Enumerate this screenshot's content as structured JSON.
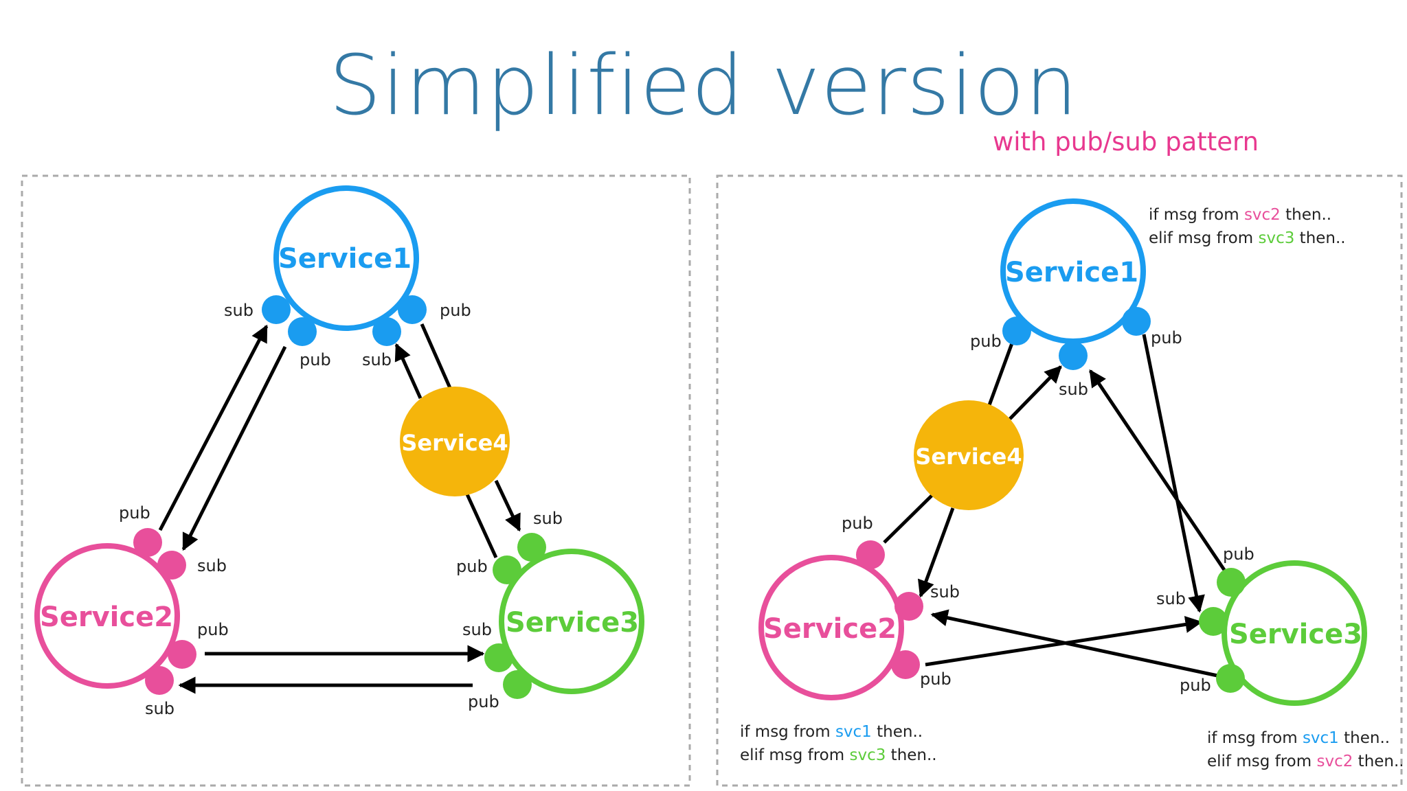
{
  "title": "Simplified version",
  "subtitle": "with pub/sub pattern",
  "colors": {
    "title": "#3479a5",
    "subtitle": "#e8388f",
    "service1": "#1a9cf0",
    "service2": "#e84f9b",
    "service3": "#5ccc3a",
    "service4": "#f5b50b",
    "arrow": "#000000",
    "border": "#aaaaaa"
  },
  "left": {
    "service1": "Service1",
    "service2": "Service2",
    "service3": "Service3",
    "service4": "Service4",
    "labels": {
      "s1_sub_left": "sub",
      "s1_pub_left": "pub",
      "s1_sub_right": "sub",
      "s1_pub_right": "pub",
      "s2_pub_top": "pub",
      "s2_sub_top": "sub",
      "s2_pub_right": "pub",
      "s2_sub_bottom": "sub",
      "s3_sub_top": "sub",
      "s3_pub_top": "pub",
      "s3_sub_left": "sub",
      "s3_pub_bottom": "pub"
    }
  },
  "right": {
    "service1": "Service1",
    "service2": "Service2",
    "service3": "Service3",
    "service4": "Service4",
    "labels": {
      "s1_pub_left": "pub",
      "s1_sub": "sub",
      "s1_pub_right": "pub",
      "s4_pub": "pub",
      "s2_sub": "sub",
      "s2_pub": "pub",
      "s3_pub_top": "pub",
      "s3_sub": "sub",
      "s3_pub_bottom": "pub"
    },
    "notes": {
      "svc1": {
        "line1_a": "if msg from ",
        "line1_b": "svc2",
        "line1_c": " then..",
        "line2_a": "elif msg from ",
        "line2_b": "svc3",
        "line2_c": " then.."
      },
      "svc2": {
        "line1_a": "if msg from ",
        "line1_b": "svc1",
        "line1_c": " then..",
        "line2_a": "elif msg from ",
        "line2_b": "svc3",
        "line2_c": " then.."
      },
      "svc3": {
        "line1_a": "if msg from ",
        "line1_b": "svc1",
        "line1_c": " then..",
        "line2_a": "elif msg from ",
        "line2_b": "svc2",
        "line2_c": " then.."
      }
    }
  }
}
